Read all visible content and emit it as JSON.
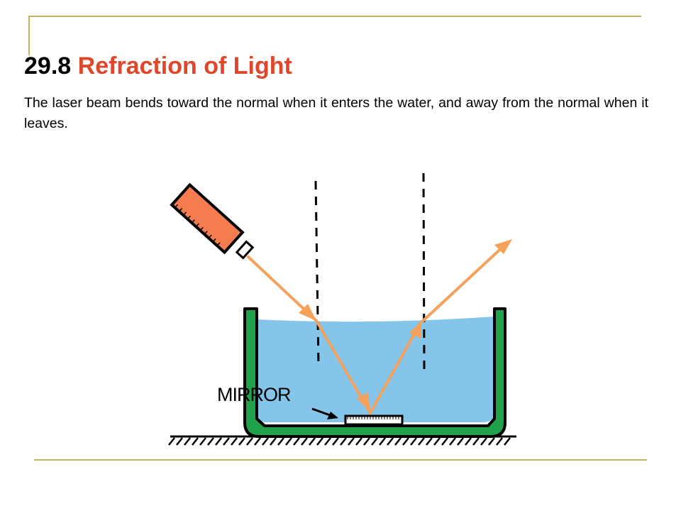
{
  "slide": {
    "title_number": "29.8",
    "title_text": "Refraction of Light",
    "body": "The laser beam bends toward the normal when it enters the water, and away from the normal when it leaves."
  },
  "diagram": {
    "mirror_label": "MIRROR",
    "colors": {
      "water": "#86c5ea",
      "container": "#20a24b",
      "laser_body": "#f47c4f",
      "beam": "#f5a15c",
      "accent_title": "#e0462a",
      "frame_line": "#c4b35c"
    }
  }
}
